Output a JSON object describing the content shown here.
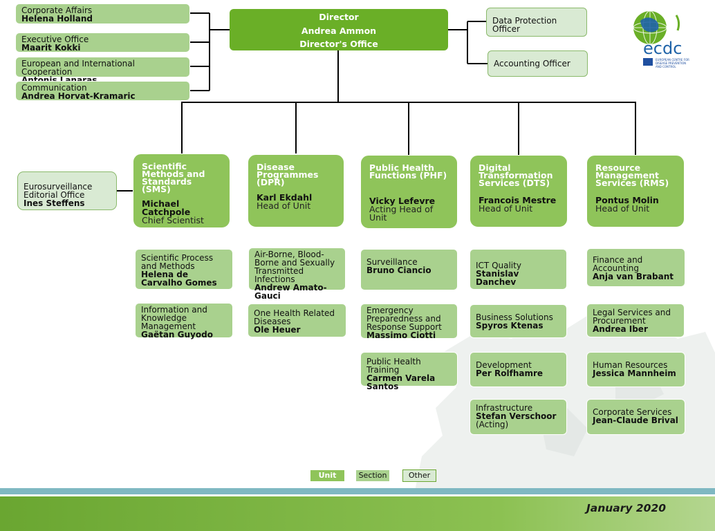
{
  "director": {
    "role": "Director",
    "name": "Andrea Ammon",
    "office": "Director's Office"
  },
  "left_boxes": [
    {
      "title": "Corporate Affairs",
      "name": "Helena Holland"
    },
    {
      "title": "Executive Office",
      "name": "Maarit Kokki"
    },
    {
      "title": "European and International Cooperation",
      "name": "Antonis Lanaras"
    },
    {
      "title": "Communication",
      "name": "Andrea Horvat-Kramaric"
    }
  ],
  "right_boxes": [
    {
      "title": "Data Protection Officer"
    },
    {
      "title": "Accounting Officer"
    }
  ],
  "eurosurveillance": {
    "line1": "Eurosurveillance",
    "line2": "Editorial Office",
    "name": "Ines Steffens"
  },
  "units": [
    {
      "title": "Scientific Methods and Standards (SMS)",
      "head": "Michael Catchpole",
      "role": "Chief Scientist",
      "sections": [
        {
          "title": "Scientific Process and Methods",
          "name": "Helena de Carvalho Gomes"
        },
        {
          "title": "Information and Knowledge Management",
          "name": "Gaëtan Guyodo"
        }
      ]
    },
    {
      "title": "Disease Programmes (DPR)",
      "head": "Karl Ekdahl",
      "role": "Head of Unit",
      "sections": [
        {
          "title": "Air-Borne, Blood-Borne and Sexually Transmitted Infections",
          "name": "Andrew Amato-Gauci"
        },
        {
          "title": "One Health Related Diseases",
          "name": "Ole Heuer"
        }
      ]
    },
    {
      "title": "Public Health Functions (PHF)",
      "head": "Vicky Lefevre",
      "role": "Acting Head of Unit",
      "sections": [
        {
          "title": "Surveillance",
          "name": "Bruno Ciancio"
        },
        {
          "title": "Emergency Preparedness and Response Support",
          "name": "Massimo Ciotti"
        },
        {
          "title": "Public Health Training",
          "name": "Carmen Varela Santos"
        }
      ]
    },
    {
      "title": "Digital Transformation Services (DTS)",
      "head": "Francois Mestre",
      "role": "Head of Unit",
      "sections": [
        {
          "title": "ICT Quality",
          "name": "Stanislav Danchev"
        },
        {
          "title": "Business Solutions",
          "name": "Spyros Ktenas"
        },
        {
          "title": "Development",
          "name": "Per Rolfhamre"
        },
        {
          "title": "Infrastructure",
          "name": "Stefan Verschoor",
          "note": "(Acting)"
        }
      ]
    },
    {
      "title": "Resource Management Services (RMS)",
      "head": "Pontus Molin",
      "role": "Head of Unit",
      "sections": [
        {
          "title": "Finance and Accounting",
          "name": "Anja van Brabant"
        },
        {
          "title": "Legal Services and Procurement",
          "name": "Andrea Iber"
        },
        {
          "title": "Human Resources",
          "name": "Jessica Mannheim"
        },
        {
          "title": "Corporate Services",
          "name": "Jean-Claude Brival"
        }
      ]
    }
  ],
  "legend": {
    "unit": "Unit",
    "section": "Section",
    "other": "Other"
  },
  "date": "January 2020",
  "logo": {
    "wordmark": "ecdc",
    "subtitle_1": "EUROPEAN CENTRE FOR",
    "subtitle_2": "DISEASE PREVENTION",
    "subtitle_3": "AND CONTROL"
  },
  "colors": {
    "unit": "#8fc45a",
    "section": "#a9d18e",
    "other": "#d9ead3",
    "director": "#6aaf27",
    "band_blue": "#7fb8c2",
    "band_green": "#6aa631"
  }
}
